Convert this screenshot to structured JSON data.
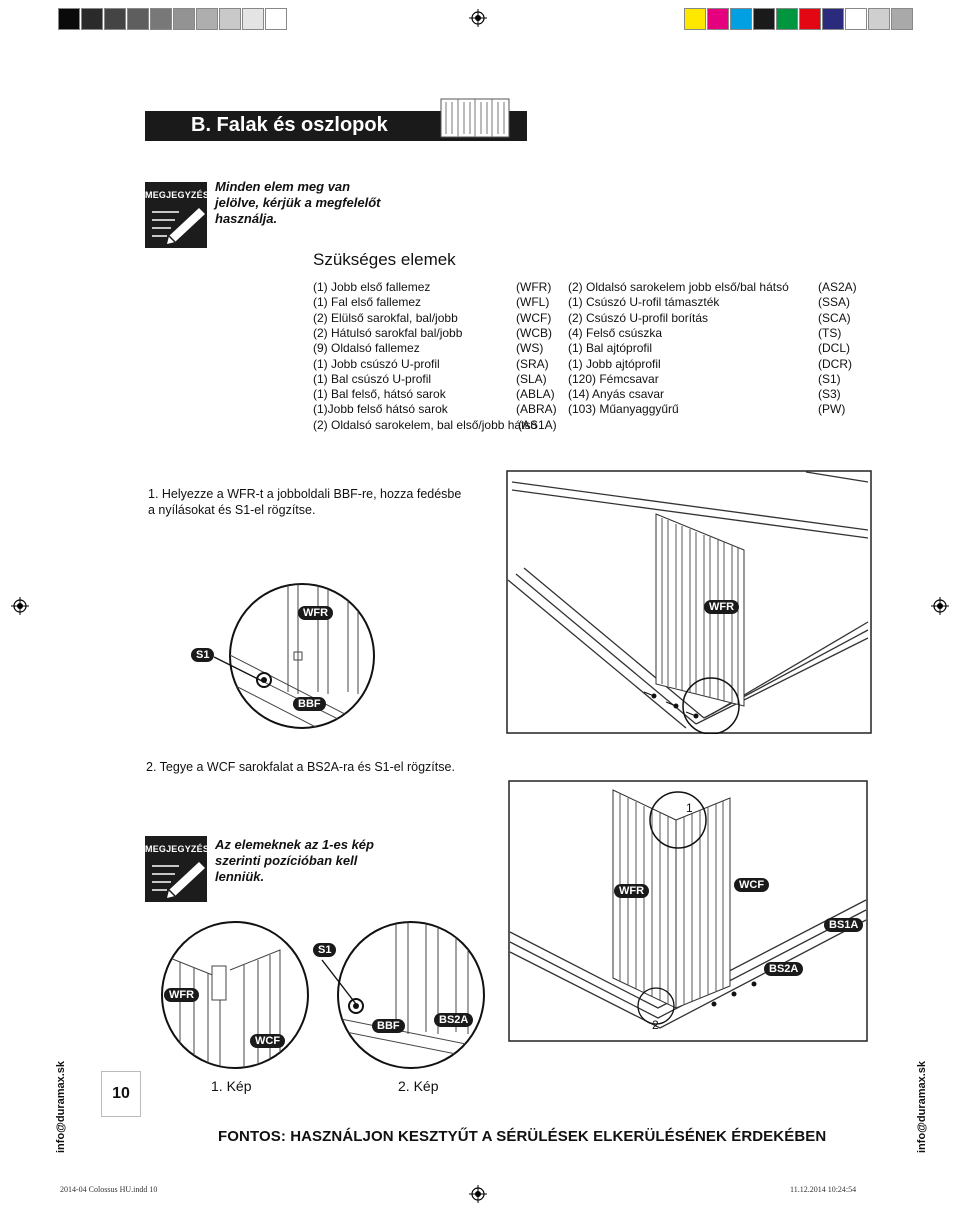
{
  "header": {
    "section_title": "B. Falak és oszlopok",
    "color_bars_left": [
      "#0a0a0a",
      "#2a2a2a",
      "#444444",
      "#5e5e5e",
      "#787878",
      "#939393",
      "#aeaeae",
      "#c9c9c9",
      "#e4e4e4",
      "#ffffff"
    ],
    "color_bars_right": [
      "#ffe800",
      "#e5007e",
      "#00a0e3",
      "#1a1a1a",
      "#00963f",
      "#e30613",
      "#2b2a7c",
      "#ffffff",
      "#cfcfcf",
      "#a9a9a9"
    ]
  },
  "note1": {
    "label": "MEGJEGYZÉS",
    "text_lines": [
      "Minden elem meg van",
      "jelölve, kérjük a megfelelőt",
      "használja."
    ]
  },
  "parts": {
    "heading": "Szükséges elemek",
    "left": [
      {
        "name": "(1) Jobb első fallemez",
        "code": "(WFR)"
      },
      {
        "name": "(1) Fal első fallemez",
        "code": "(WFL)"
      },
      {
        "name": "(2) Elülső sarokfal, bal/jobb",
        "code": "(WCF)"
      },
      {
        "name": "(2) Hátulsó sarokfal bal/jobb",
        "code": "(WCB)"
      },
      {
        "name": "(9) Oldalsó fallemez",
        "code": "(WS)"
      },
      {
        "name": "(1) Jobb csúszó U-profil",
        "code": "(SRA)"
      },
      {
        "name": "(1) Bal csúszó U-profil",
        "code": "(SLA)"
      },
      {
        "name": "(1) Bal felső, hátsó sarok",
        "code": "(ABLA)"
      },
      {
        "name": "(1)Jobb felső hátsó sarok",
        "code": "(ABRA)"
      },
      {
        "name": "(2) Oldalsó sarokelem, bal első/jobb hátsó",
        "code": "(AS1A)"
      }
    ],
    "right": [
      {
        "name": "(2) Oldalsó sarokelem jobb első/bal hátsó",
        "code": "(AS2A)"
      },
      {
        "name": "(1) Csúszó U-rofil támaszték",
        "code": "(SSA)"
      },
      {
        "name": "(2) Csúszó U-profil borítás",
        "code": "(SCA)"
      },
      {
        "name": "(4) Felső csúszka",
        "code": "(TS)"
      },
      {
        "name": "(1) Bal ajtóprofil",
        "code": "(DCL)"
      },
      {
        "name": "(1) Jobb ajtóprofil",
        "code": "(DCR)"
      },
      {
        "name": "(120) Fémcsavar",
        "code": "(S1)"
      },
      {
        "name": "(14) Anyás csavar",
        "code": "(S3)"
      },
      {
        "name": "(103) Műanyaggyűrű",
        "code": "(PW)"
      }
    ]
  },
  "step1": {
    "text_lines": [
      "1. Helyezze a WFR-t a jobboldali BBF-re, hozza fedésbe",
      "a nyílásokat és S1-el rögzítse."
    ],
    "labels": {
      "wfr": "WFR",
      "s1": "S1",
      "bbf": "BBF",
      "wfr_detail": "WFR"
    }
  },
  "step2": {
    "text": "2. Tegye a WCF sarokfalat a BS2A-ra és S1-el rögzítse.",
    "labels": {
      "one": "1",
      "two": "2",
      "wfr": "WFR",
      "wcf": "WCF",
      "bs1a": "BS1A",
      "bs2a": "BS2A"
    }
  },
  "note2": {
    "label": "MEGJEGYZÉS",
    "text_lines": [
      "Az elemeknek az 1-es kép",
      "szerinti pozícióban kell",
      "lenniük."
    ]
  },
  "details": {
    "labels": {
      "wfr": "WFR",
      "wcf": "WCF",
      "s1": "S1",
      "bbf": "BBF",
      "bs2a": "BS2A"
    },
    "caption1": "1. Kép",
    "caption2": "2. Kép"
  },
  "page_number": "10",
  "side_text": "info@duramax.sk",
  "important": "FONTOS: HASZNÁLJON KESZTYŰT A SÉRÜLÉSEK ELKERÜLÉSÉNEK ÉRDEKÉBEN",
  "footer": {
    "file": "2014-04 Colossus HU.indd   10",
    "date": "11.12.2014   10:24:54"
  }
}
